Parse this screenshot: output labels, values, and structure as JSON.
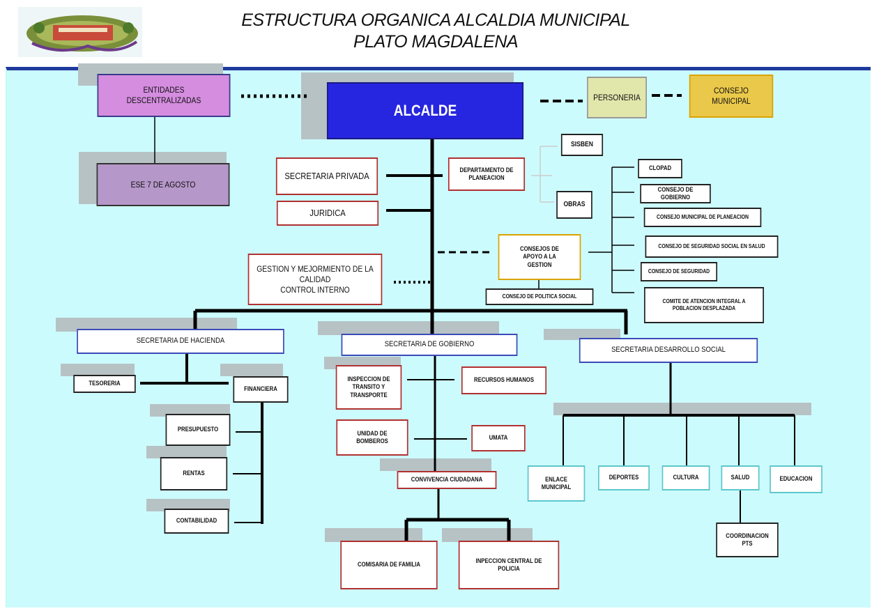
{
  "title": {
    "line1": "ESTRUCTURA ORGANICA ALCALDIA MUNICIPAL",
    "line2": "PLATO MAGDALENA"
  },
  "colors": {
    "background": "#ccfbfd",
    "top_bar": "#1f3a9e",
    "alcalde": "#2626e0",
    "entidades": "#d58de0",
    "ese": "#b697c9",
    "personeria": "#e1e6ab",
    "concejo": "#eac84a",
    "lines": "#000000"
  },
  "nodes": {
    "entidades": "ENTIDADES\nDESCENTRALIZADAS",
    "alcalde": "ALCALDE",
    "personeria": "PERSONERIA",
    "concejo": "CONSEJO\nMUNICIPAL",
    "ese": "ESE 7 DE AGOSTO",
    "sisben": "SISBEN",
    "secretaria_privada": "SECRETARIA PRIVADA",
    "planeacion": "DEPARTAMENTO DE\nPLANEACION",
    "obras": "OBRAS",
    "juridica": "JURIDICA",
    "clopad": "CLOPAD",
    "consejo_gobierno": "CONSEJO DE GOBIERNO",
    "consejo_planeacion": "CONSEJO MUNICIPAL DE PLANEACION",
    "consejo_seguridad_salud": "CONSEJO DE SEGURIDAD SOCIAL EN SALUD",
    "consejo_seguridad": "CONSEJO DE SEGURIDAD",
    "comite_desplazada": "COMITE DE ATENCION INTEGRAL A\nPOBLACION DESPLAZADA",
    "consejos_apoyo": "CONSEJOS DE\nAPOYO A LA\nGESTION",
    "gestion_calidad": "GESTION Y MEJORMIENTO DE LA\nCALIDAD\nCONTROL INTERNO",
    "consejo_politica_social": "CONSEJO DE POLITICA SOCIAL",
    "hacienda": "SECRETARIA DE HACIENDA",
    "gobierno": "SECRETARIA DE GOBIERNO",
    "desarrollo_social": "SECRETARIA DESARROLLO SOCIAL",
    "tesoreria": "TESORERIA",
    "financiera": "FINANCIERA",
    "presupuesto": "PRESUPUESTO",
    "rentas": "RENTAS",
    "contabilidad": "CONTABILIDAD",
    "transito": "INSPECCION DE\nTRANSITO Y\nTRANSPORTE",
    "recursos_humanos": "RECURSOS HUMANOS",
    "bomberos": "UNIDAD DE\nBOMBEROS",
    "umata": "UMATA",
    "convivencia": "CONVIVENCIA CIUDADANA",
    "comisaria": "COMISARIA DE FAMILIA",
    "inspeccion_policia": "INPECCION CENTRAL DE\nPOLICIA",
    "enlace": "ENLACE\nMUNICIPAL",
    "deportes": "DEPORTES",
    "cultura": "CULTURA",
    "salud": "SALUD",
    "educacion": "EDUCACION",
    "coordinacion_pts": "COORDINACION\nPTS"
  }
}
